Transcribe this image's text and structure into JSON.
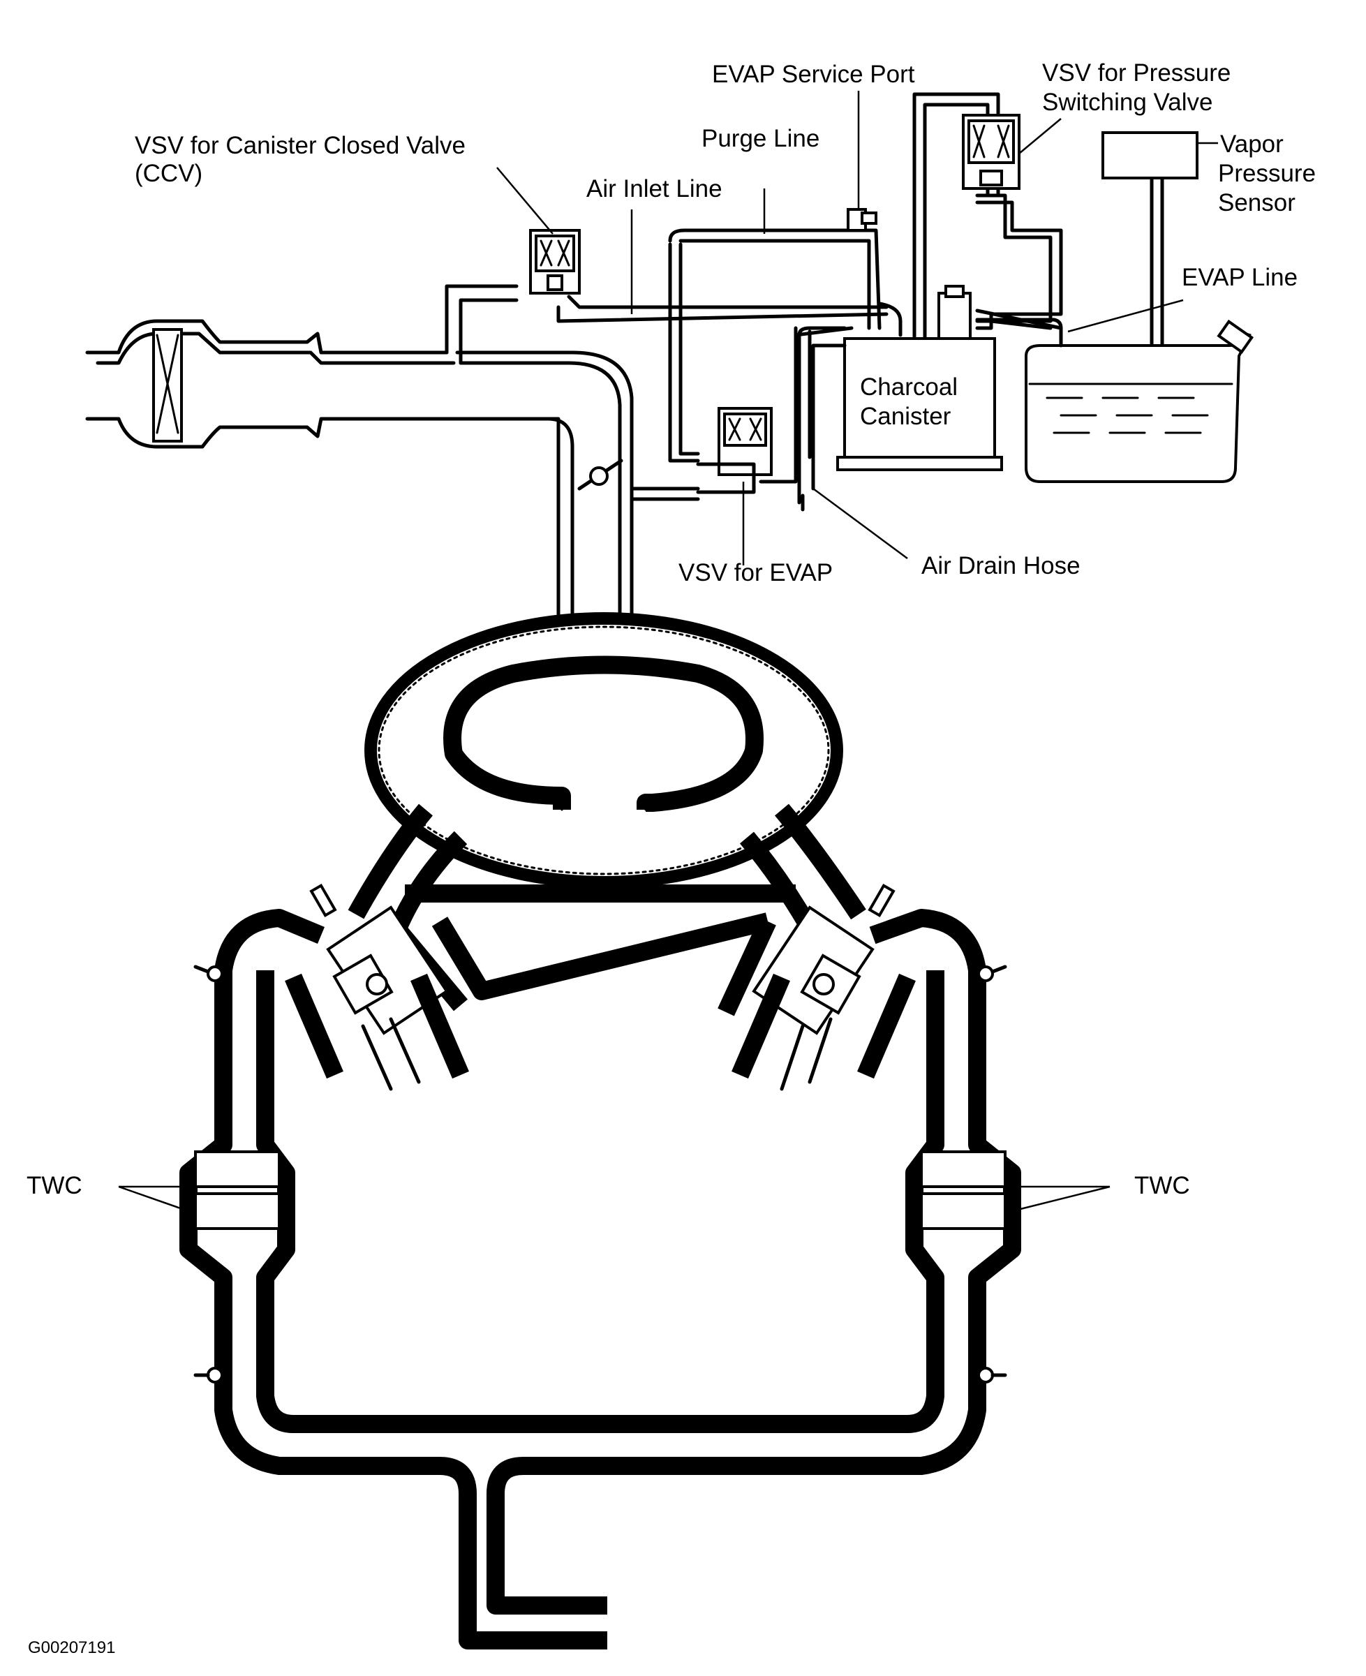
{
  "labels": {
    "vsv_ccv": "VSV for Canister Closed Valve",
    "vsv_ccv_abbr": "(CCV)",
    "air_inlet_line": "Air Inlet Line",
    "purge_line": "Purge Line",
    "evap_service_port": "EVAP Service Port",
    "vsv_pressure_1": "VSV for Pressure",
    "vsv_pressure_2": "Switching Valve",
    "vapor_1": "Vapor",
    "vapor_2": "Pressure",
    "vapor_3": "Sensor",
    "evap_line": "EVAP Line",
    "charcoal_1": "Charcoal",
    "charcoal_2": "Canister",
    "vsv_evap": "VSV for EVAP",
    "air_drain_hose": "Air Drain Hose",
    "twc_left": "TWC",
    "twc_right": "TWC",
    "figure_code": "G00207191"
  }
}
